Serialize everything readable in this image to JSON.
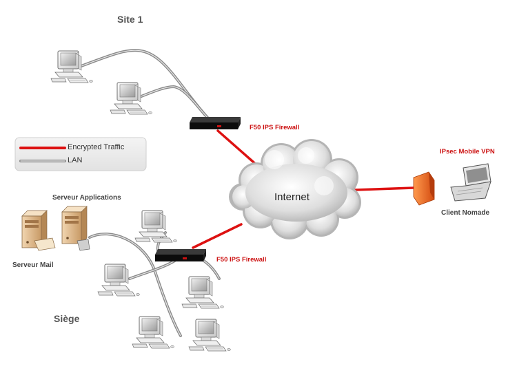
{
  "labels": {
    "site1": "Site 1",
    "siege": "Siège",
    "firewall_top": "F50 IPS Firewall",
    "firewall_bottom": "F50 IPS Firewall",
    "internet": "Internet",
    "mobile_vpn": "IPsec Mobile VPN",
    "client": "Client Nomade",
    "app_server": "Serveur Applications",
    "mail_server": "Serveur Mail"
  },
  "legend": {
    "encrypted": "Encrypted Traffic",
    "lan": "LAN"
  },
  "colors": {
    "encrypted": "#dd1111",
    "lan": "#999999",
    "firewall_label": "#cc1111"
  },
  "icons": [
    "desktop-computer-icon",
    "firewall-appliance-icon",
    "server-tower-icon",
    "laptop-icon",
    "cloud-icon",
    "vpn-gateway-icon"
  ]
}
